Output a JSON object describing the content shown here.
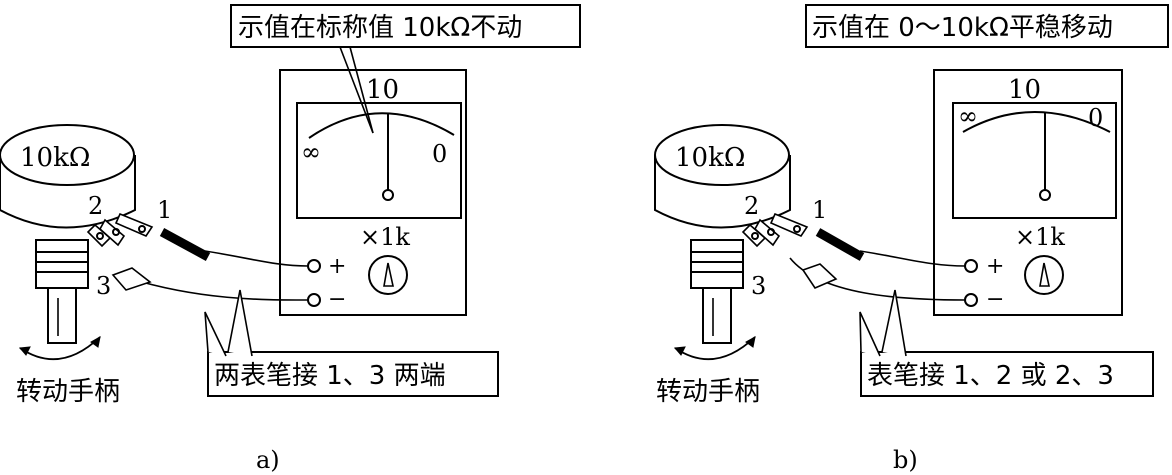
{
  "panel_a": {
    "callout_top": "示值在标称值 10kΩ不动",
    "callout_bottom": "两表笔接 1、3 两端",
    "pot_label": "10kΩ",
    "pin1": "1",
    "pin2": "2",
    "pin3": "3",
    "handle_label": "转动手柄",
    "scale_max": "10",
    "scale_inf": "∞",
    "scale_zero": "0",
    "range": "×1k",
    "plus": "+",
    "minus": "−",
    "caption": "a)",
    "needle_state": "at-rated-value"
  },
  "panel_b": {
    "callout_top": "示值在 0～10kΩ平稳移动",
    "callout_bottom": "表笔接 1、2 或 2、3",
    "pot_label": "10kΩ",
    "pin1": "1",
    "pin2": "2",
    "pin3": "3",
    "handle_label": "转动手柄",
    "scale_max": "10",
    "scale_inf": "∞",
    "scale_zero": "0",
    "range": "×1k",
    "plus": "+",
    "minus": "−",
    "caption": "b)",
    "needle_state": "moving-0-to-10k"
  }
}
